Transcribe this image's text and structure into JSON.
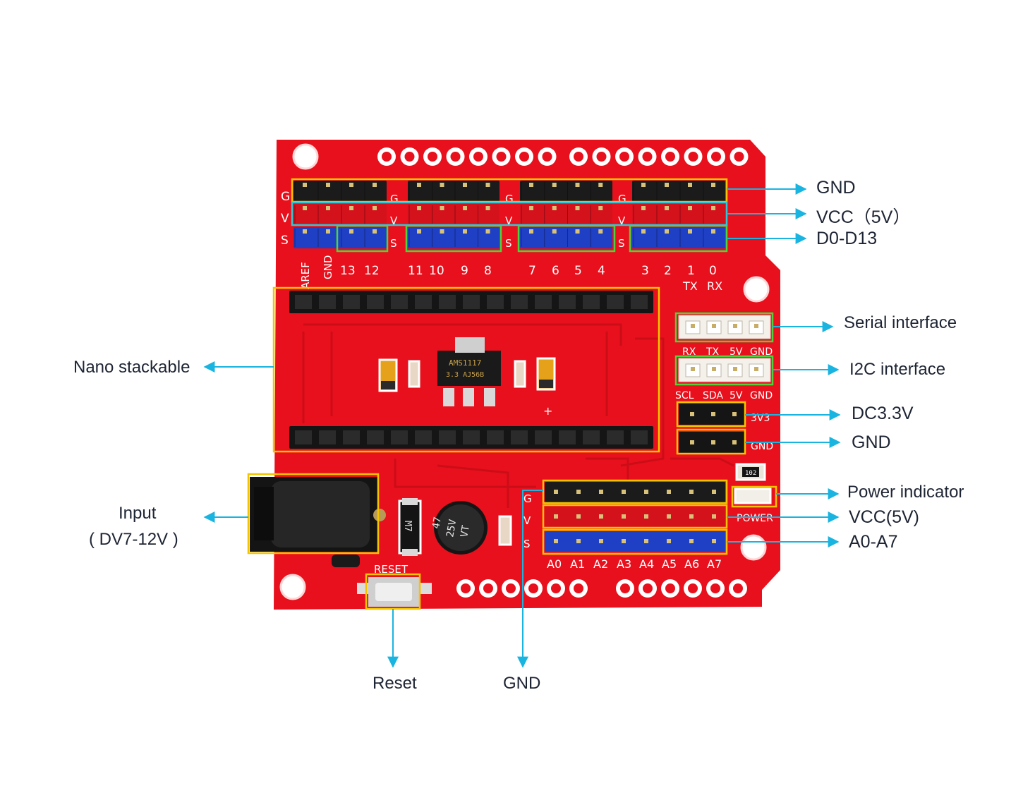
{
  "callouts": {
    "gnd_top": "GND",
    "vcc_top": "VCC（5V）",
    "digital": "D0-D13",
    "serial": "Serial interface",
    "i2c": "I2C interface",
    "dc33": "DC3.3V",
    "gnd_mid": "GND",
    "power_indicator": "Power indicator",
    "vcc_bottom": "VCC(5V)",
    "analog": "A0-A7",
    "nano": "Nano stackable",
    "input_line1": "Input",
    "input_line2": "( DV7-12V )",
    "reset": "Reset",
    "gnd_bottom": "GND"
  },
  "silkscreen": {
    "row_g": "G",
    "row_v": "V",
    "row_s": "S",
    "pin_labels_top": [
      "AREF",
      "GND",
      "13",
      "12",
      "11",
      "10",
      "9",
      "8",
      "7",
      "6",
      "5",
      "4",
      "3",
      "2",
      "1",
      "0"
    ],
    "tx": "TX",
    "rx": "RX",
    "serial_pins": [
      "RX",
      "TX",
      "5V",
      "GND"
    ],
    "i2c_pins": [
      "SCL",
      "SDA",
      "5V",
      "GND"
    ],
    "v33": "3V3",
    "gnd": "GND",
    "analog_pins": [
      "A0",
      "A1",
      "A2",
      "A3",
      "A4",
      "A5",
      "A6",
      "A7"
    ],
    "reset": "RESET",
    "power": "POWER",
    "resistor": "102",
    "plus": "+",
    "regulator_line1": "AMS1117",
    "regulator_line2": "3.3 AJ56B",
    "diode": "M7",
    "capacitor_line1": "47",
    "capacitor_line2": "25V",
    "capacitor_line3": "VT"
  },
  "colors": {
    "board": "#e8101c",
    "header_black": "#1b1b1b",
    "header_red": "#d4121c",
    "header_blue": "#1f3fc4",
    "highlight_yellow": "#f5c400",
    "highlight_green": "#4cd43a",
    "highlight_cyan": "#2ec8d6",
    "arrow": "#1ab4e0"
  }
}
